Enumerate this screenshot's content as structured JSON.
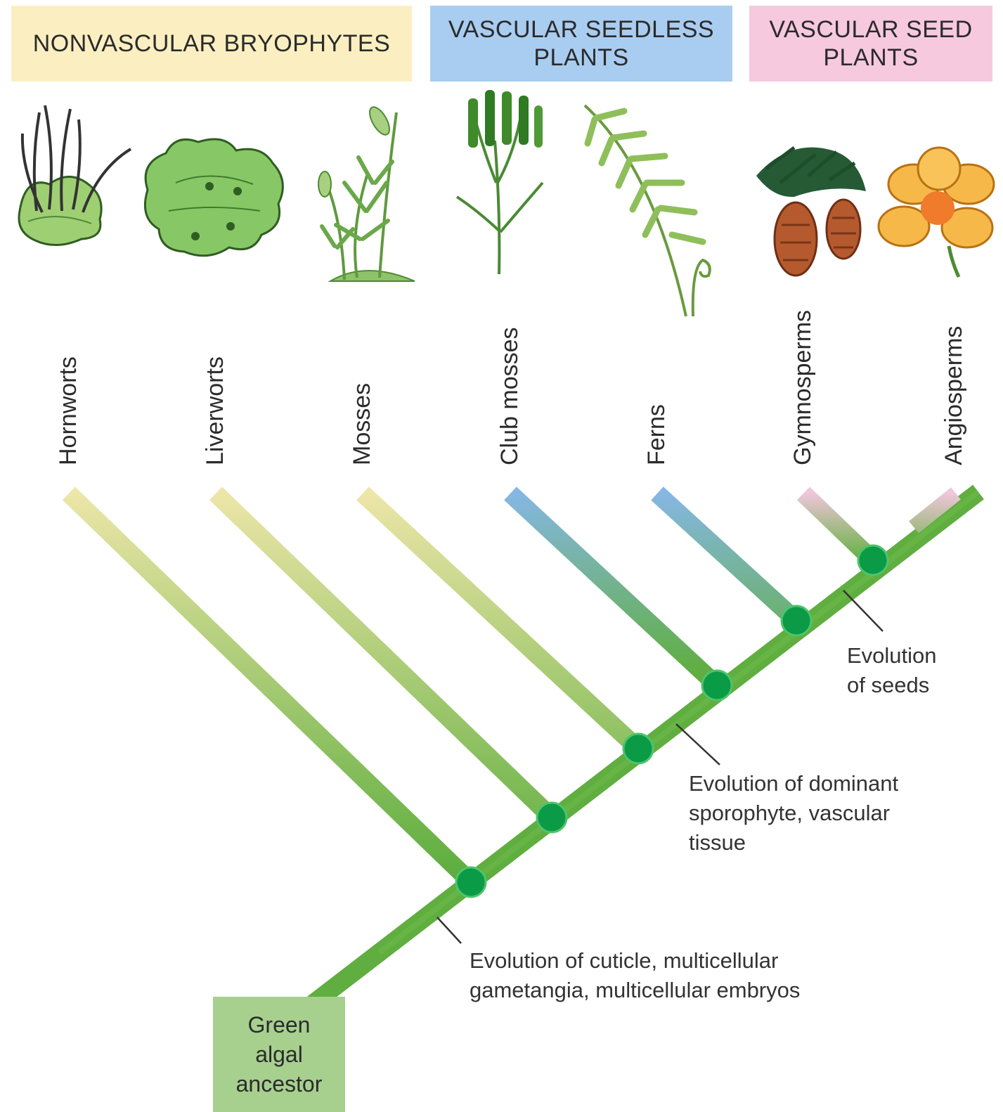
{
  "groups": {
    "nonvascular": "NONVASCULAR BRYOPHYTES",
    "seedless": "VASCULAR SEEDLESS\nPLANTS",
    "seed": "VASCULAR SEED\nPLANTS"
  },
  "taxa": [
    "Hornworts",
    "Liverworts",
    "Mosses",
    "Club mosses",
    "Ferns",
    "Gymnosperms",
    "Angiosperms"
  ],
  "annotations": {
    "cuticle": "Evolution of cuticle, multicellular\ngametangia, multicellular embryos",
    "sporophyte": "Evolution of dominant\nsporophyte, vascular\ntissue",
    "seeds": "Evolution\nof seeds"
  },
  "ancestor": "Green\nalgal\nancestor",
  "colors": {
    "trunk": "#5fae3f",
    "node": "#0b9a46",
    "nonvascular_branch": "#ebe4a3",
    "seedless_branch": "#86b7e4",
    "seed_branch": "#f1c6dc"
  }
}
